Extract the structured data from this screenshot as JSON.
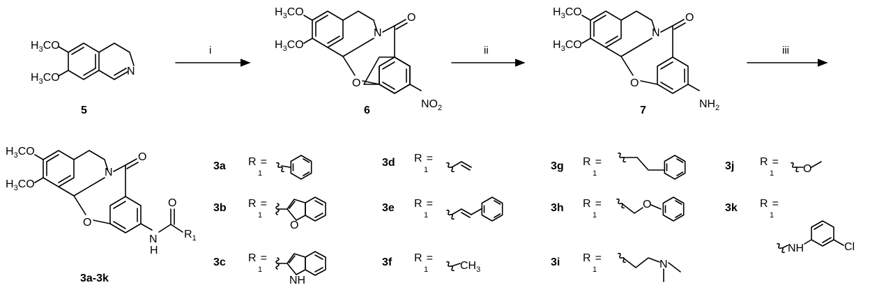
{
  "reagents": {
    "step_i": "i",
    "step_ii": "ii",
    "step_iii": "iii"
  },
  "compounds": {
    "c5": "5",
    "c6": "6",
    "c7": "7",
    "c3": "3a-3k"
  },
  "atoms": {
    "methoxy": "H3CO",
    "methoxy_parts": {
      "h": "H",
      "three": "3",
      "co": "CO"
    },
    "n": "N",
    "o": "O",
    "h": "H",
    "nitro": {
      "no": "NO",
      "two": "2"
    },
    "amino": {
      "nh": "NH",
      "two": "2"
    },
    "r1": {
      "r": "R",
      "one": "1"
    },
    "equals": "=",
    "ch3": {
      "ch": "CH",
      "three": "3"
    },
    "nh": "NH",
    "cl": "Cl"
  },
  "substituents": [
    {
      "id": "3a"
    },
    {
      "id": "3b"
    },
    {
      "id": "3c"
    },
    {
      "id": "3d"
    },
    {
      "id": "3e"
    },
    {
      "id": "3f"
    },
    {
      "id": "3g"
    },
    {
      "id": "3h"
    },
    {
      "id": "3i"
    },
    {
      "id": "3j"
    },
    {
      "id": "3k"
    }
  ]
}
